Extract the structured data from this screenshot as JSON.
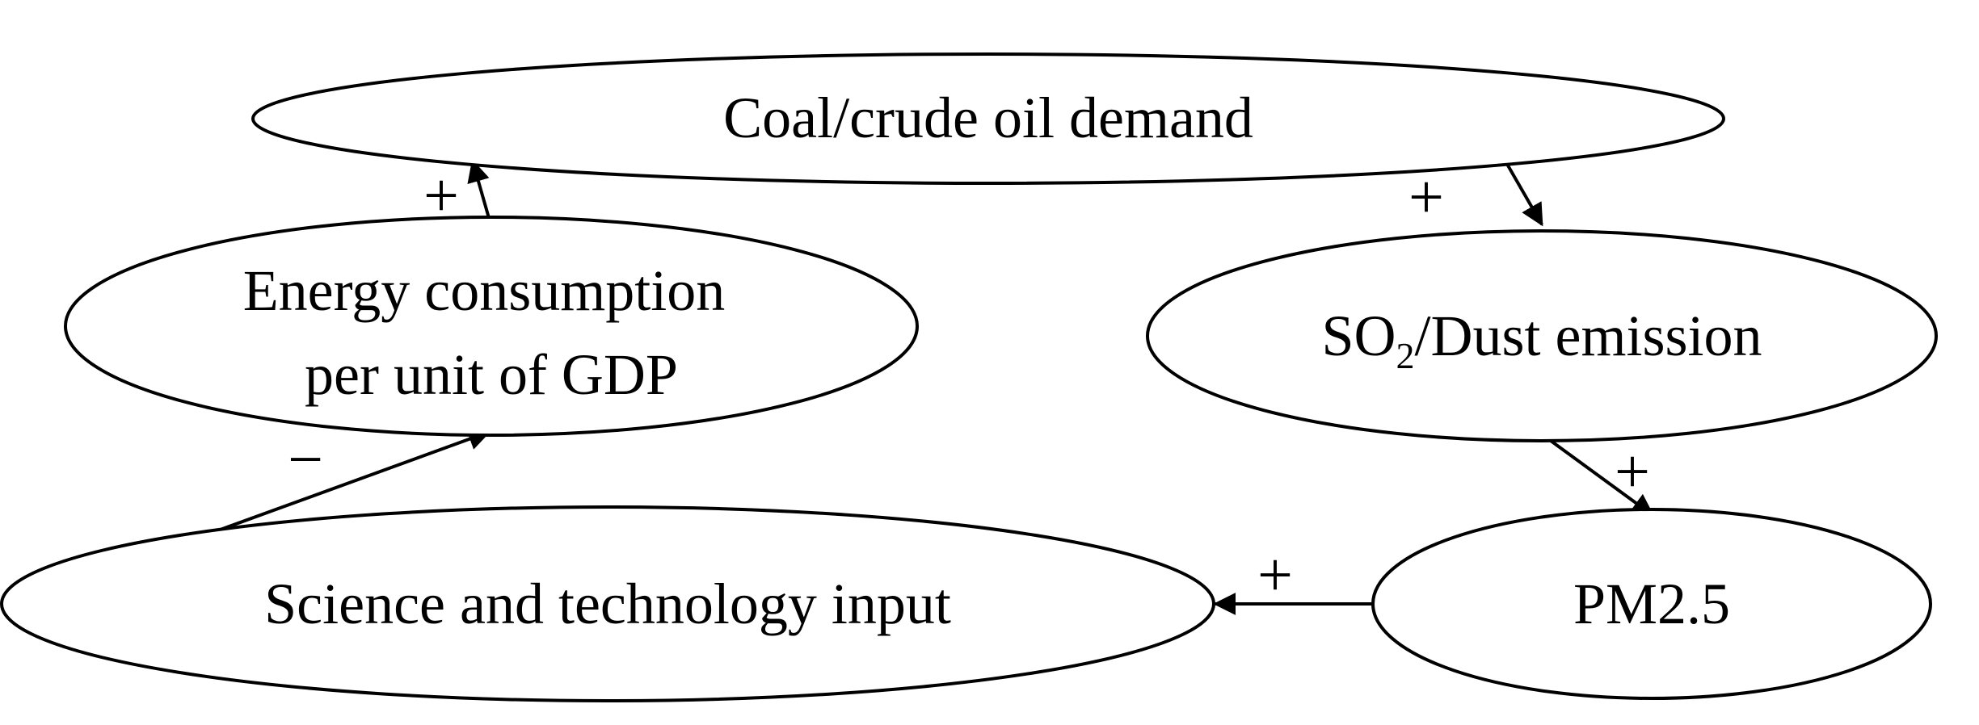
{
  "nodes": {
    "coal": {
      "label": "Coal/crude oil demand"
    },
    "energy": {
      "line1": "Energy consumption",
      "line2": "per unit of GDP"
    },
    "so2": {
      "prefix": "SO",
      "subscript": "2",
      "suffix": "/Dust emission"
    },
    "pm": {
      "label": "PM2.5"
    },
    "science": {
      "label": "Science and technology input"
    }
  },
  "edges": {
    "energy_to_coal": {
      "sign": "+"
    },
    "coal_to_so2": {
      "sign": "+"
    },
    "so2_to_pm": {
      "sign": "+"
    },
    "pm_to_science": {
      "sign": "+"
    },
    "science_to_energy": {
      "sign": "−"
    }
  },
  "colors": {
    "stroke": "#000000",
    "fill": "#ffffff",
    "text": "#000000"
  }
}
